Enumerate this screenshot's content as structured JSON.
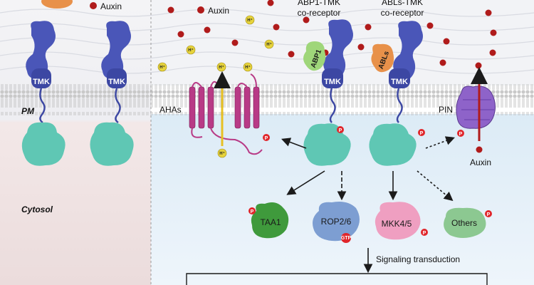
{
  "labels": {
    "pm": "PM",
    "cytosol": "Cytosol",
    "auxin_top_left": "Auxin",
    "auxin_top_mid": "Auxin",
    "auxin_bottom": "Auxin",
    "abp1_receptor_line1": "ABP1-TMK",
    "abp1_receptor_line2": "co-receptor",
    "abls_receptor_line1": "ABLs-TMK",
    "abls_receptor_line2": "co-receptor",
    "ahas": "AHAs",
    "pin": "PIN",
    "signaling": "Signaling transduction",
    "proton": "H⁺",
    "phospho": "P",
    "gtp": "GTP"
  },
  "receptors": {
    "tmk_label": "TMK",
    "abp1": "ABP1",
    "abls": "ABLs"
  },
  "targets": [
    {
      "name": "TAA1"
    },
    {
      "name": "ROP2/6"
    },
    {
      "name": "MKK4/5"
    },
    {
      "name": "Others"
    }
  ],
  "colors": {
    "tmk_blue": "#4a56b8",
    "kinase_teal": "#5fc7b4",
    "taa1_green": "#3f9a3c",
    "rop_blue": "#7d9ed2",
    "mkk_pink": "#ef9fc1",
    "others_green": "#8cc891",
    "aha_magenta": "#b83a86",
    "pin_purple": "#8e63c9",
    "auxin_red": "#b01b1b",
    "proton_yellow": "#e7d43c",
    "phospho_red": "#e0262b",
    "abp1_green": "#9fd67a",
    "abls_orange": "#e8914a"
  }
}
